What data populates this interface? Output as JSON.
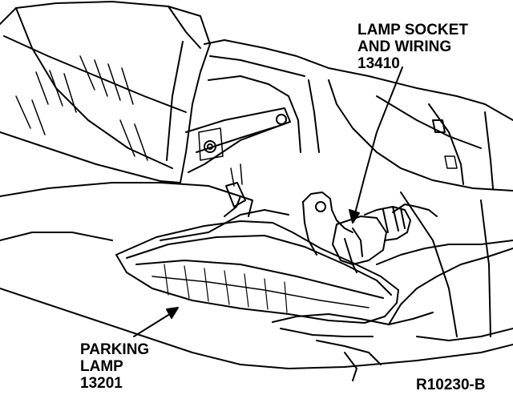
{
  "callouts": {
    "socket": {
      "line1": "LAMP SOCKET",
      "line2": "AND WIRING",
      "part_number": "13410"
    },
    "parking_lamp": {
      "line1": "PARKING",
      "line2": "LAMP",
      "part_number": "13201"
    }
  },
  "figure_id": "R10230-B",
  "colors": {
    "ink": "#000000",
    "paper": "#ffffff"
  }
}
